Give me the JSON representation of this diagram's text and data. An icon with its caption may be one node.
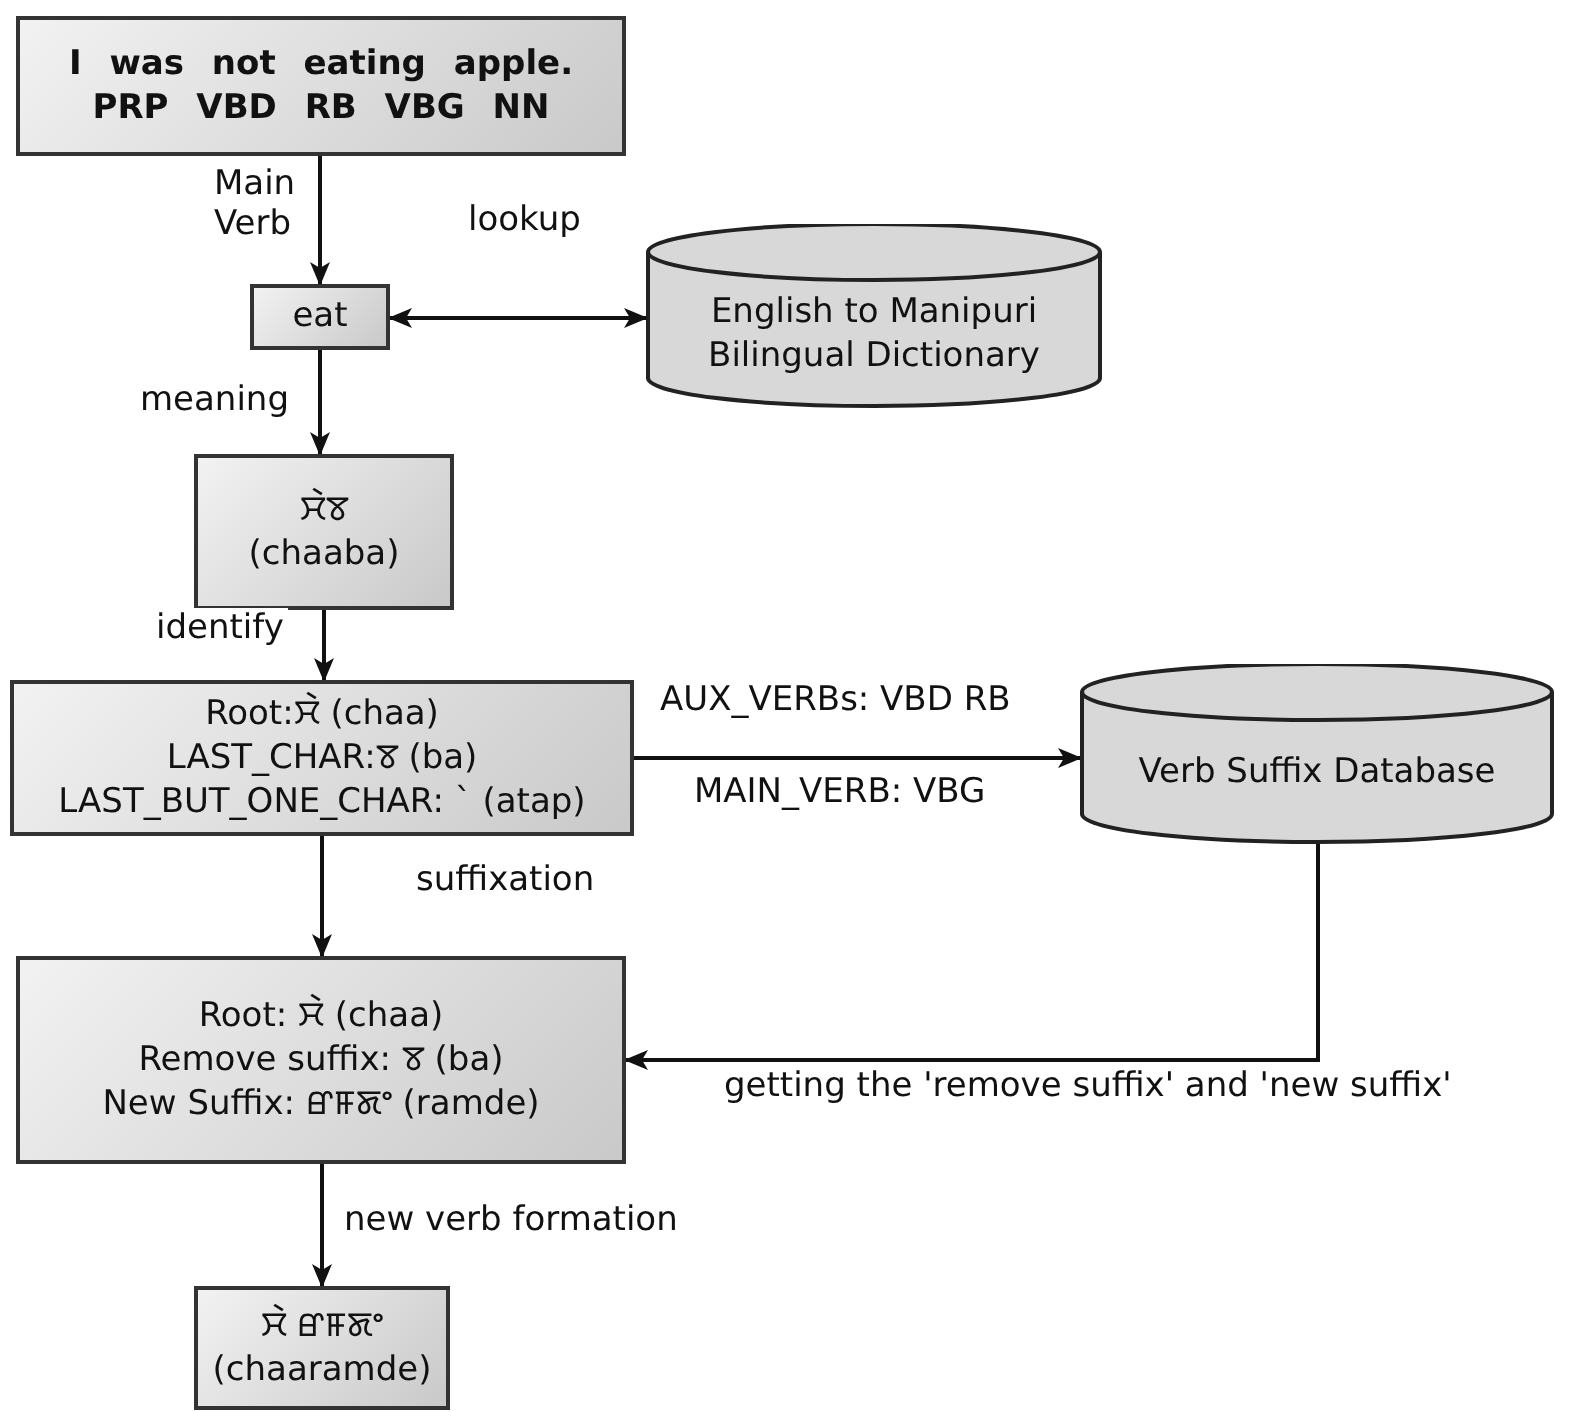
{
  "diagram": {
    "nodes": [
      {
        "text": [
          "I was not eating apple.",
          "PRP VBD RB VBG NN"
        ]
      },
      {
        "text": [
          "eat"
        ]
      },
      {
        "text": [
          "English to Manipuri Bilingual Dictionary"
        ]
      },
      {
        "text": [
          "ꯆꯥꯕ",
          "(chaaba)"
        ]
      },
      {
        "text": [
          "Root:ꯆꯥ (chaa)",
          "LAST_CHAR:ꯕ (ba)",
          "LAST_BUT_ONE_CHAR: ` (atap)"
        ]
      },
      {
        "text": [
          "Verb Suffix Database"
        ]
      },
      {
        "text": [
          "Root: ꯆꯥ (chaa)",
          "Remove suffix: ꯕ (ba)",
          "New Suffix: ꯔꯝꯗꯦ (ramde)"
        ]
      },
      {
        "text": [
          "ꯆꯥ ꯔꯝꯗꯦ",
          "(chaaramde)"
        ]
      }
    ],
    "edges": [
      {
        "from": 0,
        "to": 1,
        "arrow": "to",
        "label": "Main Verb"
      },
      {
        "from": 1,
        "to": 2,
        "arrow": "both",
        "label": "lookup"
      },
      {
        "from": 1,
        "to": 3,
        "arrow": "to",
        "label": "meaning"
      },
      {
        "from": 3,
        "to": 4,
        "arrow": "to",
        "label": "identify"
      },
      {
        "from": 4,
        "to": 5,
        "arrow": "to",
        "label": "AUX_VERBs: VBD RB"
      },
      {
        "from": 4,
        "to": 6,
        "arrow": "to",
        "label": "suffixation"
      },
      {
        "from": 5,
        "to": 6,
        "arrow": "to",
        "label": "getting the 'remove suffix' and 'new suffix'"
      },
      {
        "from": 6,
        "to": 7,
        "arrow": "to",
        "label": "new verb formation"
      }
    ],
    "labels": [
      "MAIN_VERB: VBG"
    ]
  }
}
